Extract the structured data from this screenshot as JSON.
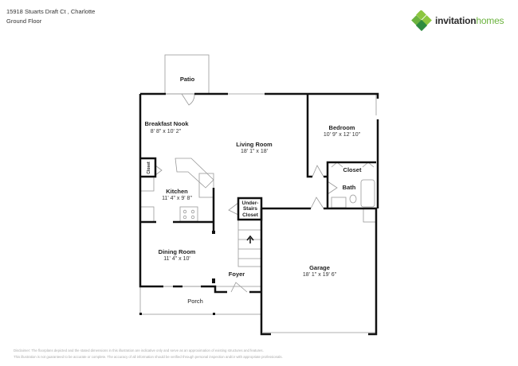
{
  "header": {
    "address": "15918 Stuarts Draft Ct , Charlotte",
    "floor": "Ground Floor"
  },
  "logo": {
    "brand_primary": "invitation",
    "brand_secondary": "homes",
    "colors": {
      "dark": "#2b2b2b",
      "green": "#6cb33f",
      "dark_green": "#2e8b3e"
    }
  },
  "rooms": {
    "patio": {
      "name": "Patio"
    },
    "breakfast_nook": {
      "name": "Breakfast Nook",
      "dims": "8' 8\" x 10' 2\""
    },
    "living_room": {
      "name": "Living Room",
      "dims": "18' 1\" x 18'"
    },
    "bedroom": {
      "name": "Bedroom",
      "dims": "10' 9\" x 12' 10\""
    },
    "bedroom_closet": {
      "name": "Closet"
    },
    "bath": {
      "name": "Bath"
    },
    "kitchen_closet": {
      "name": "Closet"
    },
    "kitchen": {
      "name": "Kitchen",
      "dims": "11' 4\" x 9' 8\""
    },
    "under_stairs_closet": {
      "line1": "Under-",
      "line2": "Stairs",
      "line3": "Closet"
    },
    "dining_room": {
      "name": "Dining Room",
      "dims": "11' 4\" x 10'"
    },
    "foyer": {
      "name": "Foyer"
    },
    "garage": {
      "name": "Garage",
      "dims": "18' 1\" x 19' 6\""
    },
    "porch": {
      "name": "Porch"
    }
  },
  "disclaimer": {
    "line1": "Disclaimer: The floorplans depicted and the stated dimensions in this illustration are indicative only and serve as an approximation of existing structures and features.",
    "line2": "This illustration is not guaranteed to be accurate or complete. The accuracy of all information should be verified through personal inspection and/or with appropriate professionals."
  }
}
